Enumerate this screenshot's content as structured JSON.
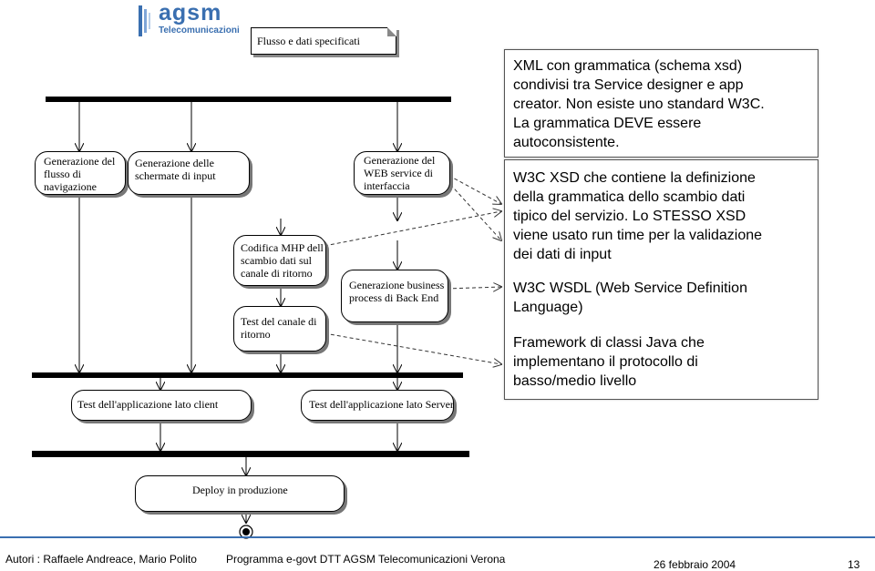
{
  "logo": {
    "name": "agsm",
    "sub": "Telecomunicazioni"
  },
  "note": "Flusso e dati specificati",
  "activities": {
    "flusso": [
      "Generazione del",
      "flusso di",
      "navigazione"
    ],
    "schermate": [
      "Generazione delle",
      "schermate di input"
    ],
    "webservice": [
      "Generazione del",
      "WEB service di",
      "interfaccia"
    ],
    "codifica": [
      "Codifica MHP dell",
      "scambio dati sul",
      "canale di ritorno"
    ],
    "business": [
      "Generazione business",
      "process di Back End"
    ],
    "test_canale": [
      "Test del canale di",
      "ritorno"
    ],
    "test_client": "Test dell'applicazione lato client",
    "test_server": "Test dell'applicazione lato Server",
    "deploy": "Deploy in produzione"
  },
  "panel": {
    "xml": [
      "XML con grammatica (schema xsd)",
      "condivisi tra Service designer e app",
      "creator. Non esiste uno standard W3C.",
      "La grammatica DEVE  essere",
      "autoconsistente."
    ],
    "xsd": [
      "W3C XSD che contiene la definizione",
      "della grammatica dello scambio dati",
      "tipico del servizio. Lo STESSO XSD",
      "viene usato run time per la validazione",
      "dei dati di input"
    ],
    "wsdl": [
      "W3C WSDL (Web Service Definition",
      "Language)"
    ],
    "framework": [
      "Framework di classi Java che",
      "implementano il protocollo di",
      "basso/medio livello"
    ]
  },
  "footer": {
    "authors": "Autori : Raffaele Andreace, Mario Polito",
    "program": "Programma e-govt DTT AGSM Telecomunicazioni Verona",
    "date": "26 febbraio 2004",
    "page": "13"
  },
  "colors": {
    "brand": "#3a6fb0",
    "panel_border": "#555555",
    "arrow_dash": "#333333"
  }
}
